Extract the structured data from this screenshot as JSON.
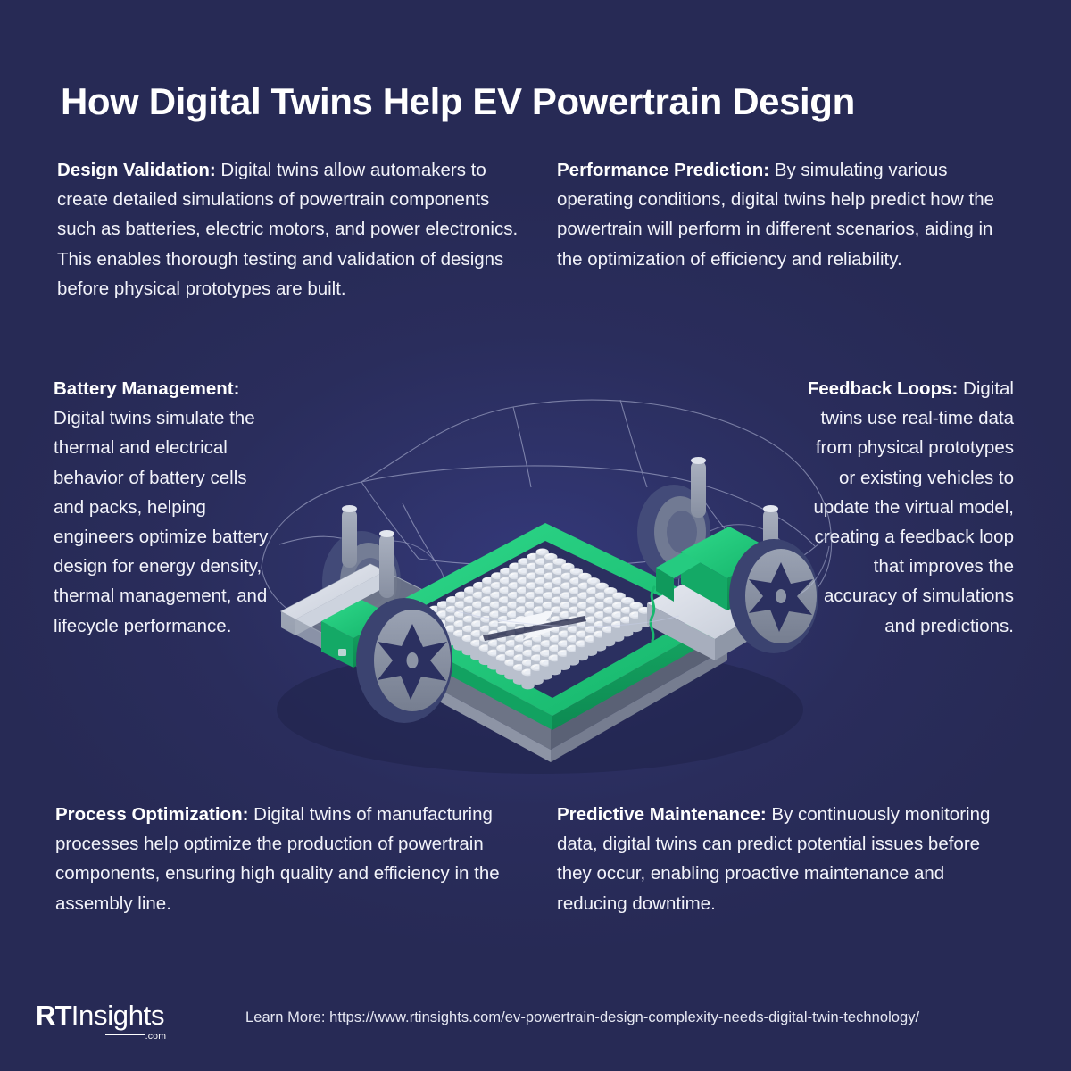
{
  "header": {
    "title": "How Digital Twins Help EV Powertrain Design"
  },
  "blocks": {
    "design_validation": {
      "heading": "Design Validation:",
      "body": " Digital twins allow automakers to create detailed simulations of powertrain components such as batteries, electric motors, and power electronics. This enables thorough testing and validation of designs before physical prototypes are built."
    },
    "performance_prediction": {
      "heading": "Performance Prediction:",
      "body": " By simulating various operating conditions, digital twins help predict how the powertrain will perform in different scenarios, aiding in the optimization of efficiency and reliability."
    },
    "battery_management": {
      "heading": "Battery Management:",
      "body": " Digital twins simulate the thermal and electrical behavior of battery cells and packs, helping engineers optimize battery design for energy density, thermal management, and lifecycle performance."
    },
    "feedback_loops": {
      "heading": "Feedback Loops:",
      "body": " Digital twins use real-time data from physical prototypes or existing vehicles to update the virtual model, creating a feedback loop that improves the accuracy of simulations and predictions."
    },
    "process_optimization": {
      "heading": "Process Optimization:",
      "body": " Digital twins of manufacturing processes help optimize the production of powertrain components, ensuring high quality and efficiency in the assembly line."
    },
    "predictive_maintenance": {
      "heading": "Predictive Maintenance:",
      "body": " By continuously monitoring data, digital twins can predict potential issues before they occur, enabling proactive maintenance and reducing downtime."
    }
  },
  "illustration": {
    "name": "ev-chassis-battery-pack-illustration",
    "description": "Isometric cutaway of an electric vehicle skateboard chassis with a green battery pack of cylindrical cells, wheels, motors and a wireframe car body outline"
  },
  "footer": {
    "logo_rt": "RT",
    "logo_insights": "Insights",
    "logo_com": ".com",
    "link_text": "Learn More: https://www.rtinsights.com/ev-powertrain-design-complexity-needs-digital-twin-technology/"
  },
  "colors": {
    "background": "#282b56",
    "background_glow": "#34397a",
    "accent_green": "#1fc777",
    "text": "#ffffff",
    "chassis_light": "#e3e6ee",
    "chassis_mid": "#b9bfcc",
    "chassis_dark": "#8b93a5",
    "wheel": "#8f97a8",
    "wheel_hub": "#2b2f5c"
  }
}
